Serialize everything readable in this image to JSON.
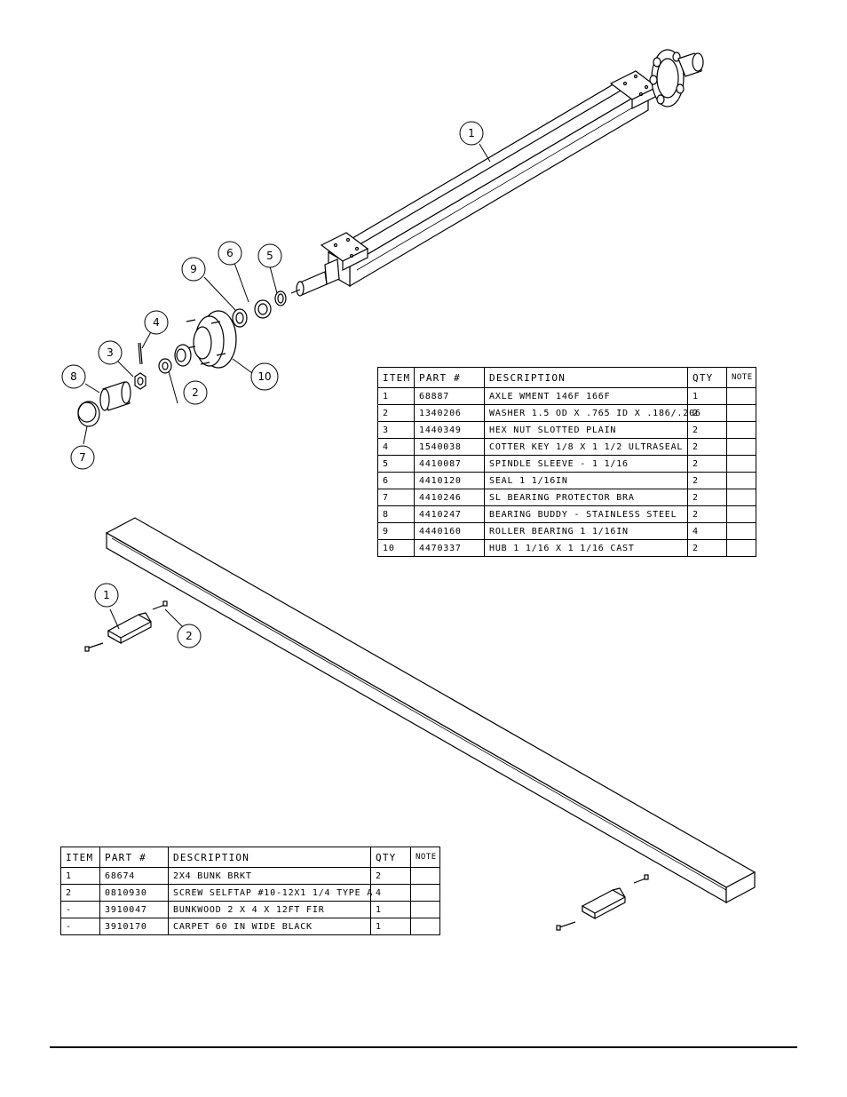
{
  "axle_table": {
    "headers": [
      "ITEM",
      "PART #",
      "DESCRIPTION",
      "QTY",
      "NOTE"
    ],
    "rows": [
      [
        "1",
        "68887",
        "AXLE WMENT  146F 166F",
        "1",
        ""
      ],
      [
        "2",
        "1340206",
        "WASHER 1.5 OD X .765 ID X .186/.206",
        "2",
        ""
      ],
      [
        "3",
        "1440349",
        "HEX NUT SLOTTED PLAIN",
        "2",
        ""
      ],
      [
        "4",
        "1540038",
        "COTTER KEY 1/8 X 1 1/2 ULTRASEAL",
        "2",
        ""
      ],
      [
        "5",
        "4410087",
        "SPINDLE SLEEVE - 1 1/16",
        "2",
        ""
      ],
      [
        "6",
        "4410120",
        "SEAL  1 1/16IN",
        "2",
        ""
      ],
      [
        "7",
        "4410246",
        "SL BEARING PROTECTOR BRA",
        "2",
        ""
      ],
      [
        "8",
        "4410247",
        "BEARING BUDDY - STAINLESS STEEL",
        "2",
        ""
      ],
      [
        "9",
        "4440160",
        "ROLLER BEARING  1 1/16IN",
        "4",
        ""
      ],
      [
        "10",
        "4470337",
        "HUB  1 1/16 X 1 1/16 CAST",
        "2",
        ""
      ]
    ]
  },
  "bunk_table": {
    "headers": [
      "ITEM",
      "PART #",
      "DESCRIPTION",
      "QTY",
      "NOTE"
    ],
    "rows": [
      [
        "1",
        "68674",
        "2X4 BUNK BRKT",
        "2",
        ""
      ],
      [
        "2",
        "0810930",
        "SCREW SELFTAP #10-12X1 1/4 TYPE A",
        "4",
        ""
      ],
      [
        "-",
        "3910047",
        "BUNKWOOD  2 X 4 X 12FT FIR",
        "1",
        ""
      ],
      [
        "-",
        "3910170",
        "CARPET 60 IN WIDE BLACK",
        "1",
        ""
      ]
    ]
  },
  "axle_balloons": [
    "1",
    "2",
    "3",
    "4",
    "5",
    "6",
    "7",
    "8",
    "9",
    "10"
  ],
  "bunk_balloons": [
    "1",
    "2"
  ]
}
